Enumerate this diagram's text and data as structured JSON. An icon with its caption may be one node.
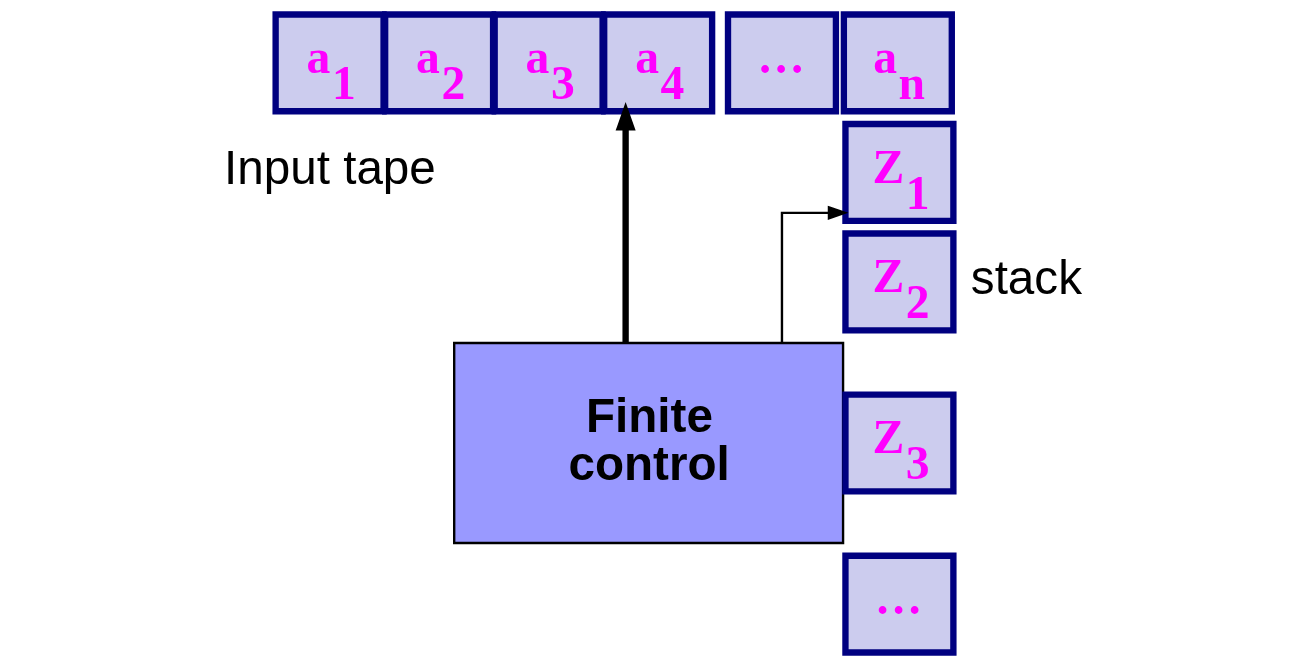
{
  "diagram": {
    "nodes": [
      {
        "text": [
          "a$_{1}$"
        ]
      },
      {
        "text": [
          "a$_{2}$"
        ]
      },
      {
        "text": [
          "a$_{3}$"
        ]
      },
      {
        "text": [
          "a$_{4}$"
        ]
      },
      {
        "text": [
          "…"
        ]
      },
      {
        "text": [
          "a$_{n}$"
        ]
      },
      {
        "text": [
          "Finite control"
        ]
      },
      {
        "text": [
          "Z$_{1}$"
        ]
      },
      {
        "text": [
          "Z$_{2}$"
        ]
      },
      {
        "text": [
          "Z$_{3}$"
        ]
      },
      {
        "text": [
          "…"
        ]
      }
    ],
    "edges": [
      {
        "from": 6,
        "to": 3,
        "arrow": "to",
        "style": "thick"
      },
      {
        "from": 6,
        "to": 7,
        "arrow": "to"
      }
    ],
    "labels": [
      "Input tape",
      "stack"
    ]
  }
}
